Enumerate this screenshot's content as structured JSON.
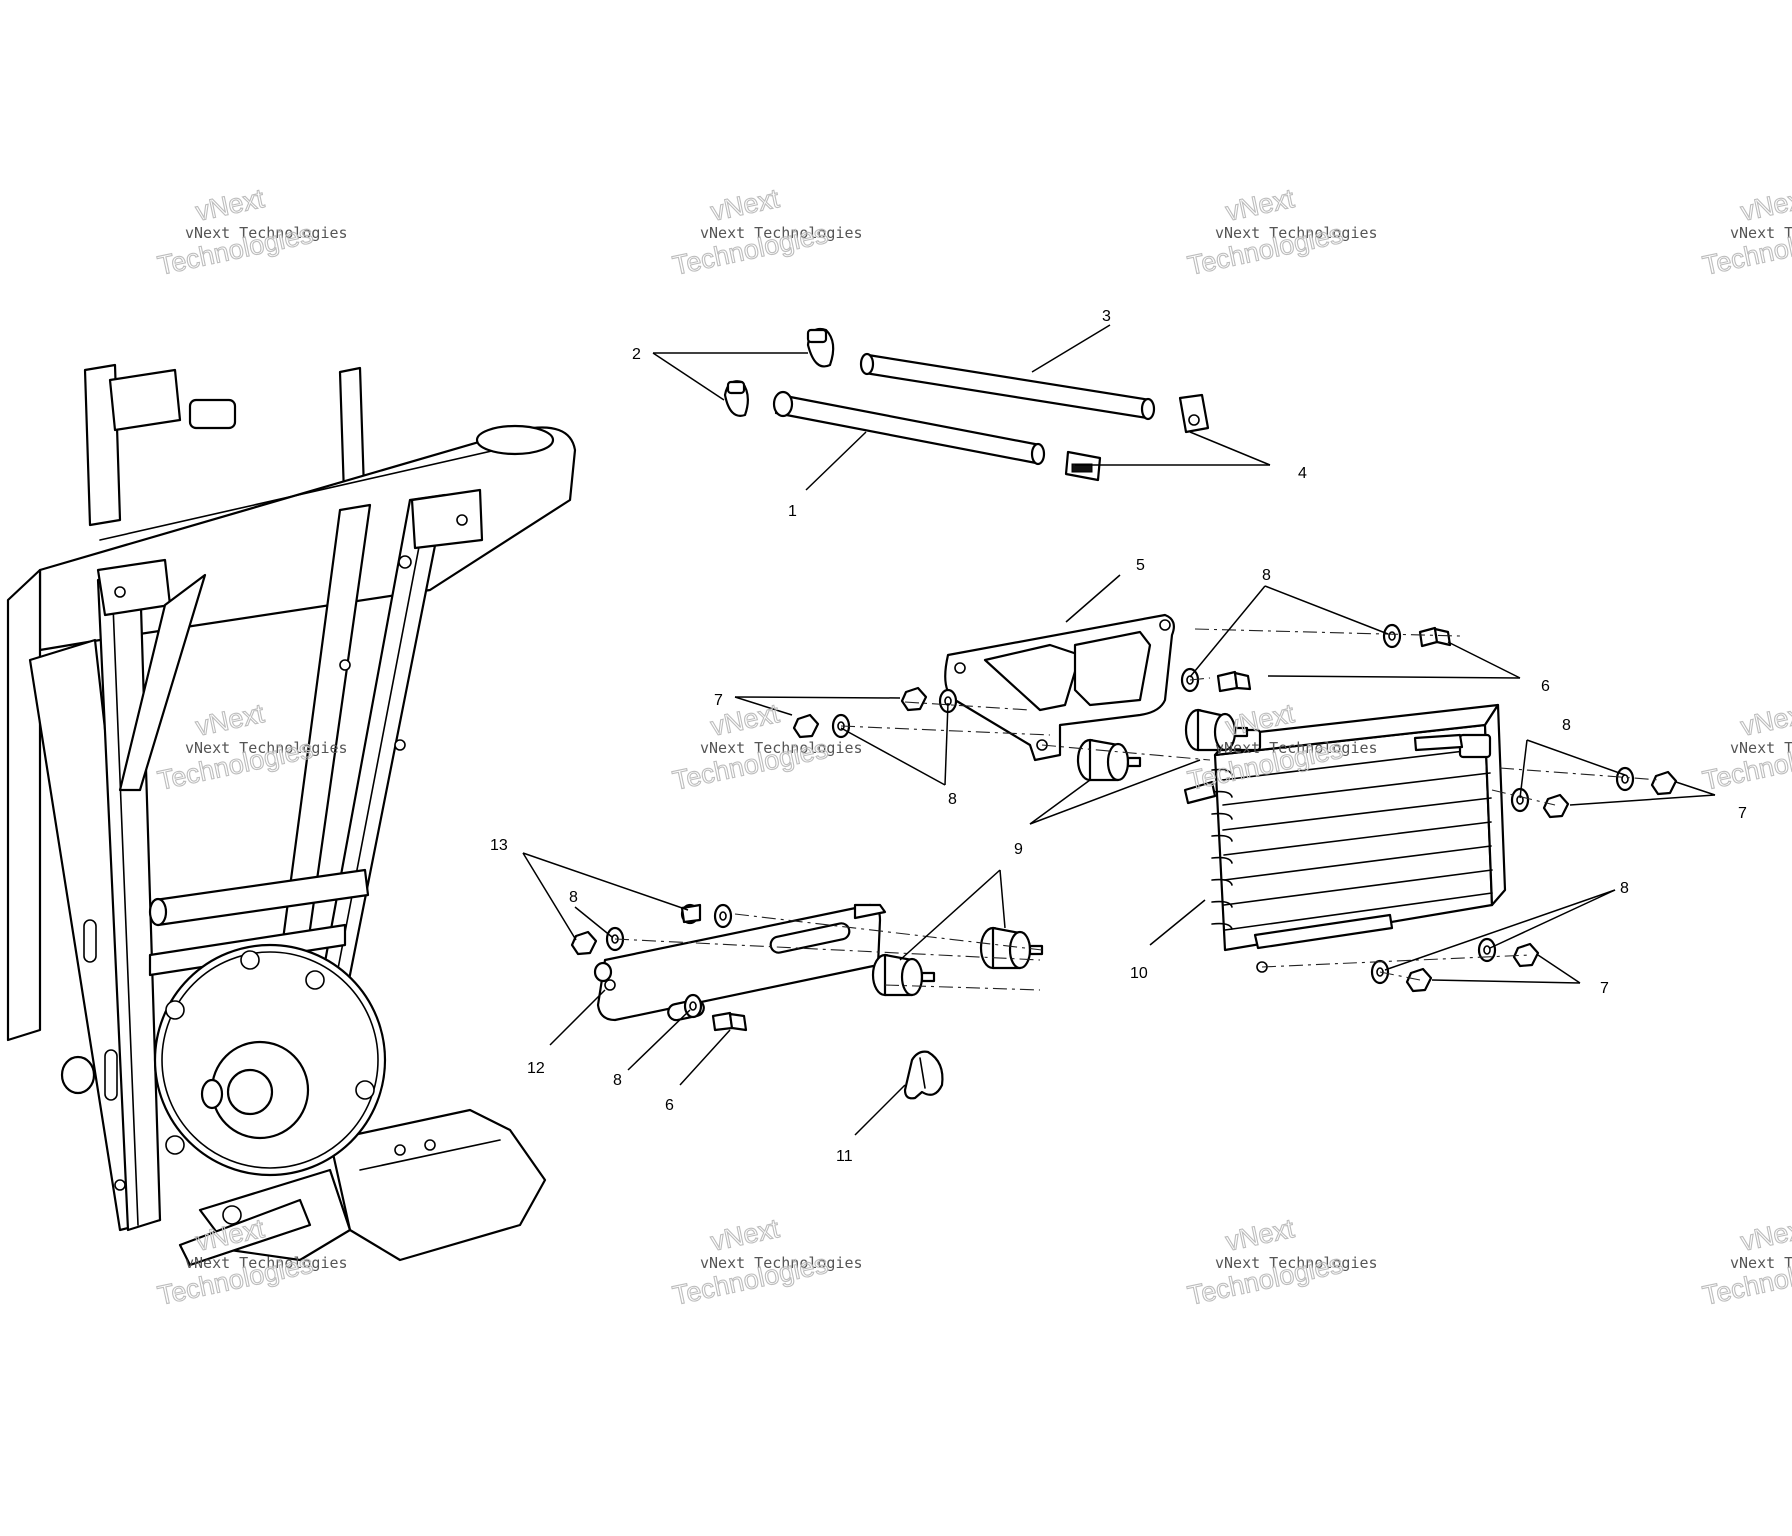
{
  "watermark": {
    "line1": "vNext Technologies",
    "line2": "Technologies",
    "line3": "vNext"
  },
  "callouts": {
    "c1": "1",
    "c2": "2",
    "c3": "3",
    "c4": "4",
    "c5": "5",
    "c6a": "6",
    "c6b": "6",
    "c7a": "7",
    "c7b": "7",
    "c7c": "7",
    "c8a": "8",
    "c8b": "8",
    "c8c": "8",
    "c8d": "8",
    "c8e": "8",
    "c8f": "8",
    "c9": "9",
    "c10": "10",
    "c11": "11",
    "c12": "12",
    "c13": "13"
  },
  "colors": {
    "line": "#000000",
    "background": "#ffffff",
    "watermark": "#bdbdbd"
  }
}
